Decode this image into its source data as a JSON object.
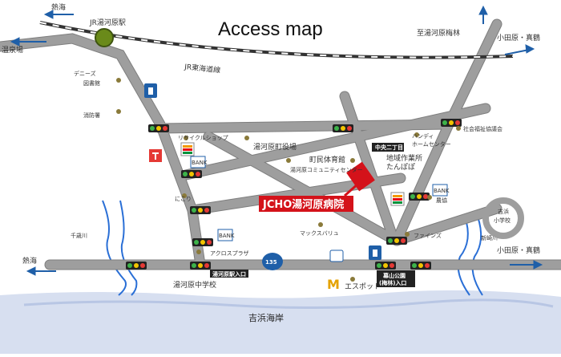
{
  "title": "Access map",
  "hospital": "JCHO湯河原病院",
  "destinations": {
    "atami_top": "熱海",
    "onsenba": "温泉場",
    "umebayashi": "至湯河原梅林",
    "odawara_top": "小田原・真鶴",
    "atami_bottom": "熱海",
    "odawara_bottom": "小田原・真鶴"
  },
  "rail": {
    "station": "JR湯河原駅",
    "line": "JR東海道線"
  },
  "labels": {
    "dennys": "デニーズ",
    "library": "図書館",
    "fire": "消防署",
    "recycle": "リサイクルショップ",
    "town_office": "湯河原町役場",
    "gym": "町民体育館",
    "community": "湯河原コミュニティセンター",
    "chuo2": "中央二丁目",
    "handy": "ハンディ",
    "home_center": "ホームセンター",
    "shakyo": "社会福祉協議会",
    "work_center": "地域作業所",
    "tanpopo": "たんぽぽ",
    "noukyo": "農協",
    "yoshihama_school": "吉浜",
    "yoshihama_school2": "小学校",
    "nikori": "にこり",
    "maxvalu": "マックスバリュ",
    "fines": "ファインズ",
    "shinzaki": "新崎川",
    "chitose": "千歳川",
    "across": "アクロスプラザ",
    "route": "135",
    "entrance": "湯河原駅入口",
    "middle_school": "湯河原中学校",
    "espot": "エスポット",
    "makuyama1": "幕山公園",
    "makuyama2": "(梅林)入口",
    "coast": "吉浜海岸",
    "bank1": "BANK",
    "bank2": "BANK",
    "bank3": "BANK"
  },
  "colors": {
    "road": "#9e9e9e",
    "road_edge": "#c9c9c9",
    "sea": "#d7dff0",
    "river": "#2a6fd6",
    "hospital_red": "#d4121a",
    "station_green": "#6a8a1a",
    "arrow_blue": "#1f5fa8"
  }
}
